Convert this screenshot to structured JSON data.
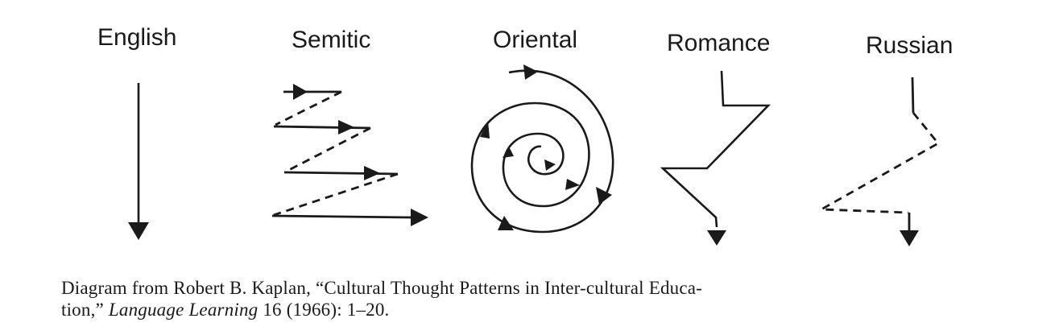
{
  "labels": {
    "english": "English",
    "semitic": "Semitic",
    "oriental": "Oriental",
    "romance": "Romance",
    "russian": "Russian"
  },
  "caption": {
    "line1": "Diagram from Robert B. Kaplan, “Cultural Thought Patterns in Inter-cultural Educa-",
    "line2_prefix": "tion,” ",
    "journal": "Language Learning",
    "line2_suffix": " 16 (1966): 1–20."
  },
  "colors": {
    "ink": "#1a1a1a",
    "background": "#ffffff"
  }
}
